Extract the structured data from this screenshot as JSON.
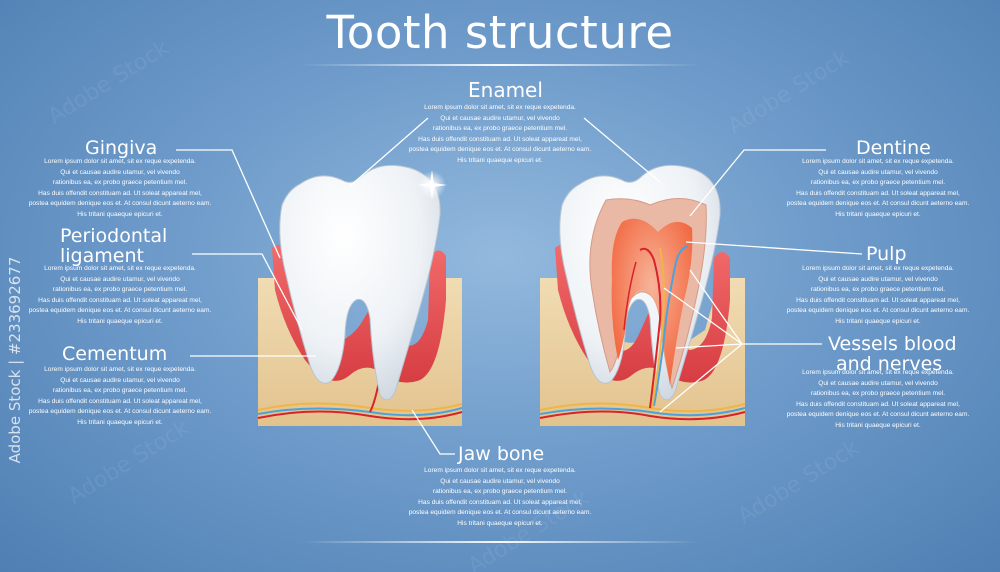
{
  "title": "Tooth structure",
  "watermark": {
    "text": "Adobe Stock",
    "side": "Adobe Stock | #233692677"
  },
  "lorem": "Lorem ipsum dolor sit amet, sit ex reque expetenda.\nQui et causae audire utamur, vel vivendo\nrationibus ea, ex probo graece petentium mel.\nHas duis offendit constituam ad. Ut soleat appareat mel,\npostea equidem denique eos et. At consul dicunt aeterno eam.\nHis tritani quaeque epicuri et.",
  "labels": {
    "enamel": "Enamel",
    "gingiva": "Gingiva",
    "periodontal_line1": "Periodontal",
    "periodontal_line2": "ligament",
    "cementum": "Cementum",
    "jaw_bone": "Jaw bone",
    "dentine": "Dentine",
    "pulp": "Pulp",
    "vessels_line1": "Vessels blood",
    "vessels_line2": "and nerves"
  },
  "colors": {
    "background": "#6f9ccb",
    "gum": "#e8534f",
    "bone": "#ecd2a3",
    "pulp": "#f06a3a",
    "tooth": "#f4f7fa"
  }
}
